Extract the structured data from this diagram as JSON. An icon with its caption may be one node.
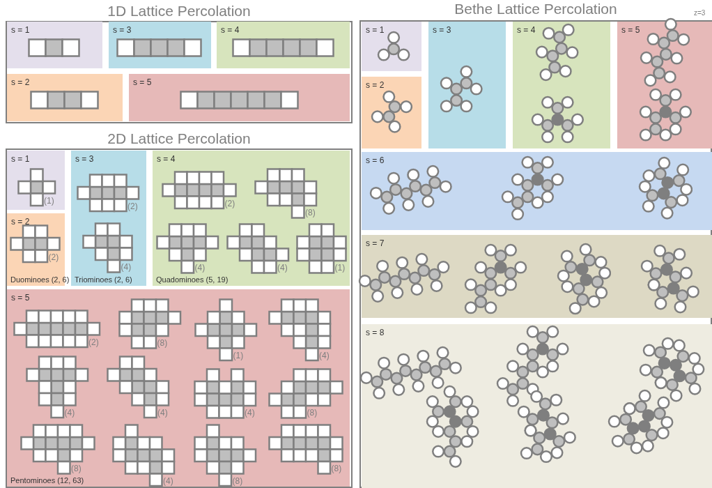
{
  "diagram": {
    "nodes": [
      {
        "text": [
          "1D Lattice Percolation"
        ]
      },
      {
        "text": [
          "s = 1"
        ],
        "in": 0
      },
      {
        "text": [
          "s = 3"
        ],
        "in": 0
      },
      {
        "text": [
          "s = 4"
        ],
        "in": 0
      },
      {
        "text": [
          "s = 2"
        ],
        "in": 0
      },
      {
        "text": [
          "s = 5"
        ],
        "in": 0
      },
      {
        "text": [
          "2D Lattice Percolation"
        ]
      },
      {
        "text": [
          "s = 1",
          "(1)"
        ],
        "in": 6
      },
      {
        "text": [
          "s = 3",
          "(2)",
          "(4)",
          "Triominoes (2, 6)"
        ],
        "in": 6
      },
      {
        "text": [
          "s = 4",
          "(2)",
          "(8)",
          "(4)",
          "(4)",
          "(1)",
          "Quadominoes (5, 19)"
        ],
        "in": 6
      },
      {
        "text": [
          "s = 2",
          "(2)",
          "Duominoes (2, 6)"
        ],
        "in": 6
      },
      {
        "text": [
          "s = 5",
          "(2)",
          "(8)",
          "(1)",
          "(4)",
          "(4)",
          "(4)",
          "(4)",
          "(8)",
          "(8)",
          "(4)",
          "(8)",
          "(8)",
          "Pentominoes (12, 63)"
        ],
        "in": 6
      },
      {
        "text": [
          "Bethe Lattice Percolation"
        ]
      },
      {
        "text": [
          "s = 1"
        ],
        "in": 12
      },
      {
        "text": [
          "s = 3"
        ],
        "in": 12
      },
      {
        "text": [
          "s = 4"
        ],
        "in": 12
      },
      {
        "text": [
          "s = 5"
        ],
        "in": 12
      },
      {
        "text": [
          "s = 2"
        ],
        "in": 12
      },
      {
        "text": [
          "s = 6"
        ],
        "in": 12
      },
      {
        "text": [
          "s = 7"
        ],
        "in": 12
      },
      {
        "text": [
          "s = 8"
        ],
        "in": 12
      }
    ],
    "labels": [
      "z=3"
    ]
  }
}
